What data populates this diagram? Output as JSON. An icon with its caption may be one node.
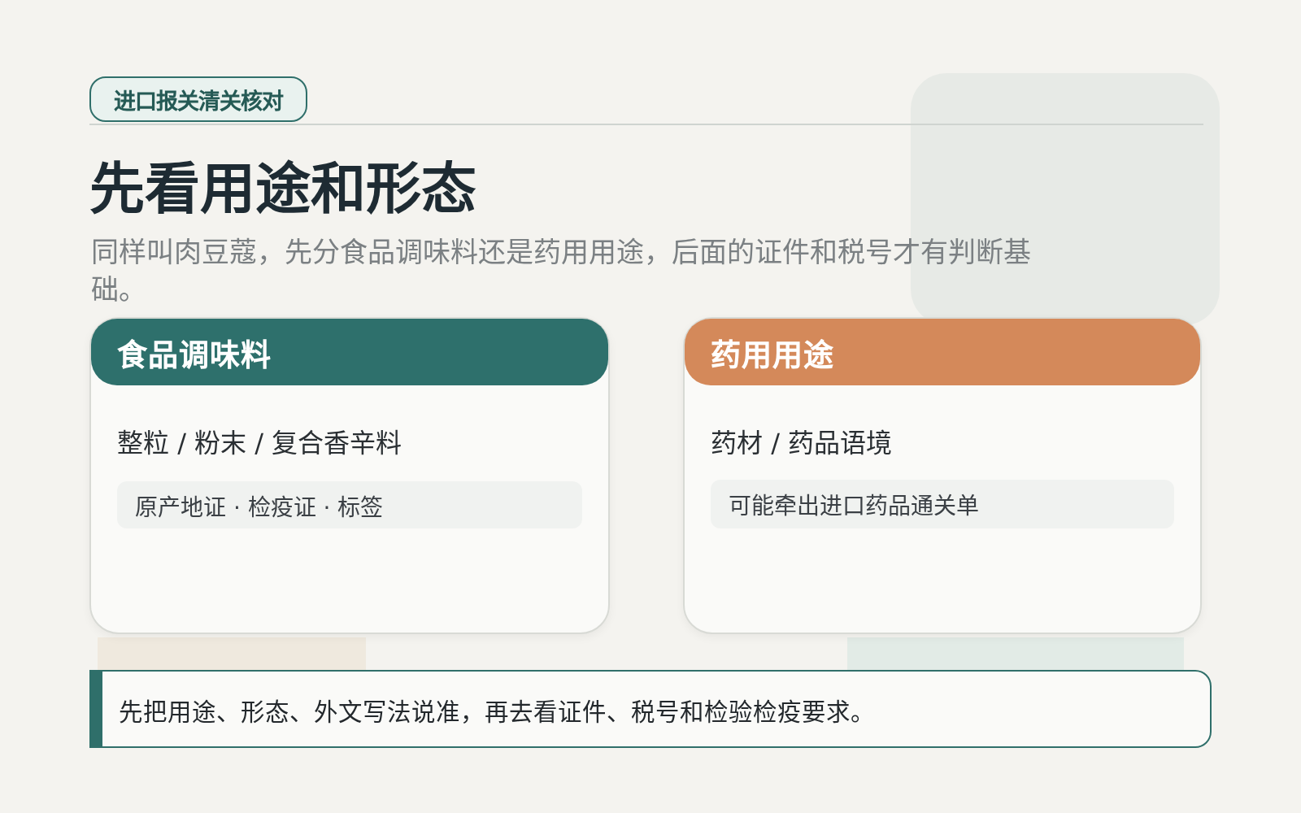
{
  "diagram": {
    "title": "先看用途和形态",
    "nodes": [
      {
        "text": [
          "进口报关清关核对"
        ]
      },
      {
        "text": [
          "食品调味料",
          "整粒 / 粉末 / 复合香辛料"
        ]
      },
      {
        "text": [
          "原产地证 · 检疫证 · 标签"
        ],
        "in": 1
      },
      {
        "text": [
          "药用用途",
          "药材 / 药品语境"
        ]
      },
      {
        "text": [
          "可能牵出进口药品通关单"
        ],
        "in": 3
      },
      {
        "text": [
          "先把用途、形态、外文写法说准，再去看证件、税号和检验检疫要求。"
        ]
      }
    ],
    "labels": [
      "同样叫肉豆蔻，先分食品调味料还是药用用途，后面的证件和税号才有判断基础。"
    ]
  }
}
